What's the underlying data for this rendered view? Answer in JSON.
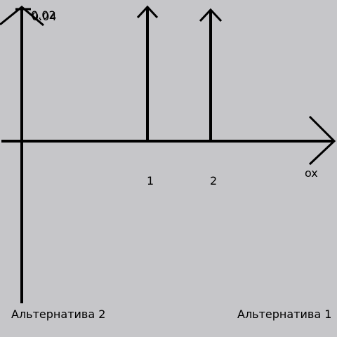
{
  "diagram": {
    "y_axis_labels": [
      "0.02",
      "0.04"
    ],
    "x_axis_label": "ox",
    "tick_labels": [
      "1",
      "2"
    ],
    "left_caption": "Альтернатива 2",
    "right_caption": "Альтернатива 1"
  },
  "colors": {
    "background": "#c6c6c9",
    "stroke": "#000000"
  }
}
